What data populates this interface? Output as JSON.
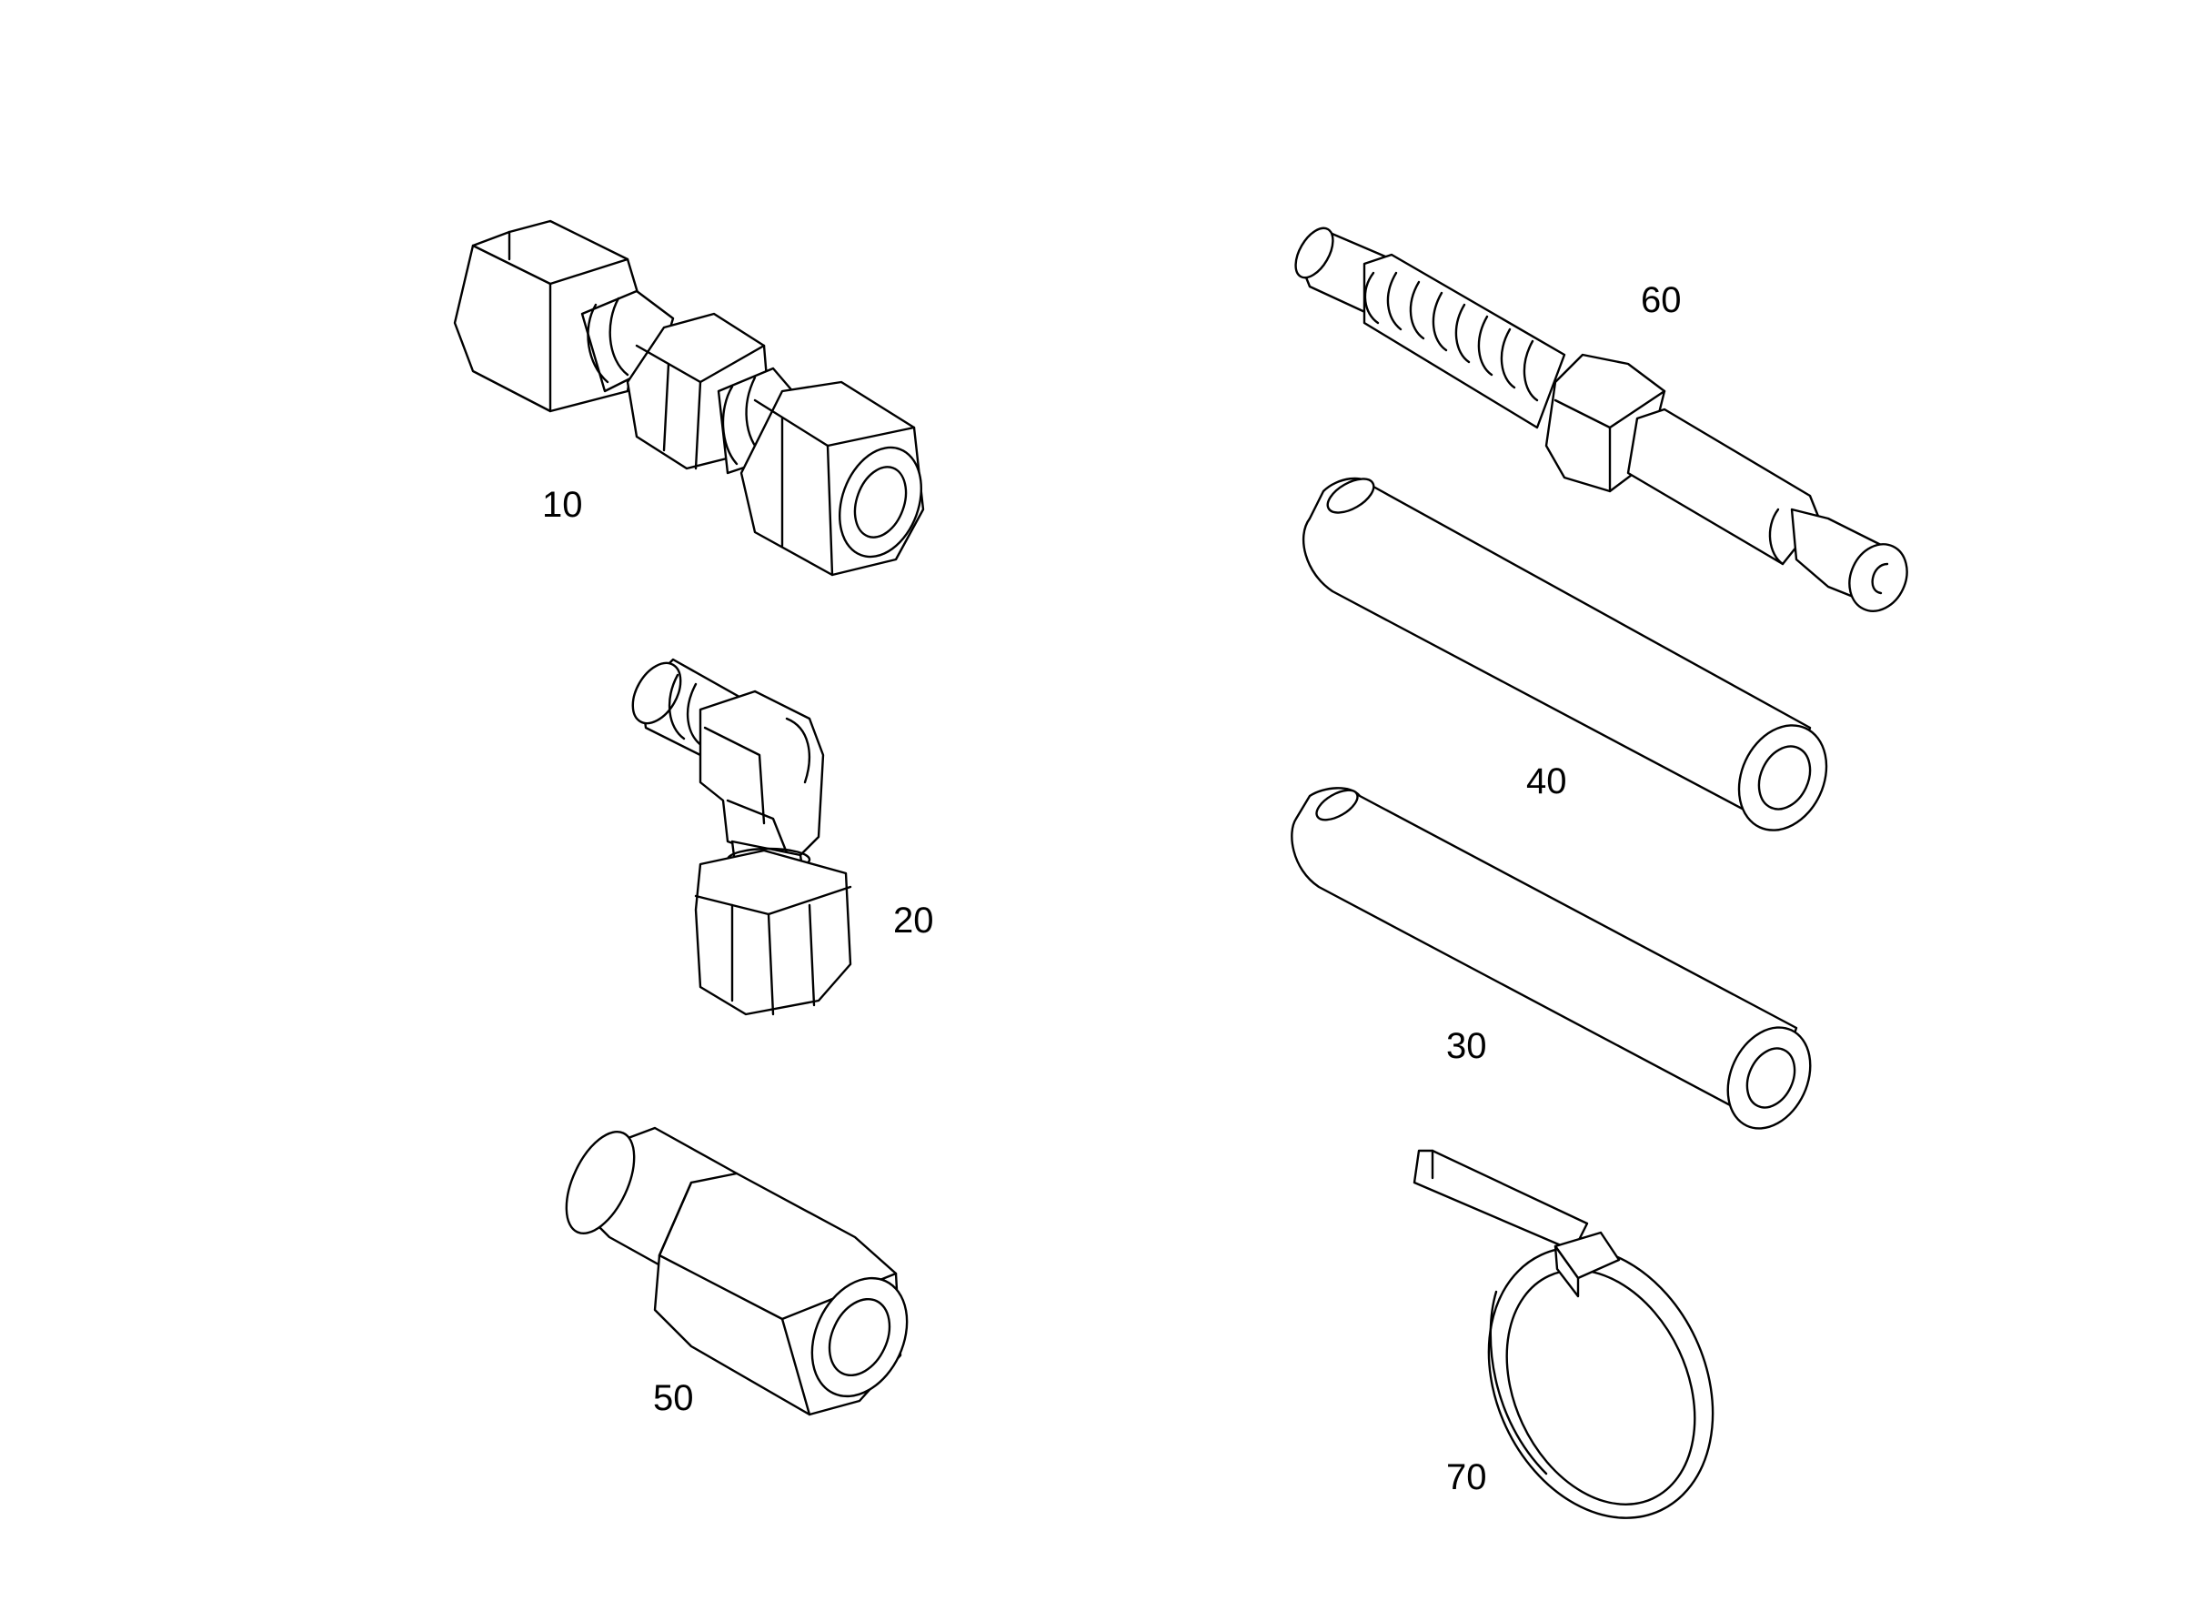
{
  "diagram": {
    "callouts": [
      "10",
      "20",
      "50",
      "60",
      "40",
      "30",
      "70"
    ]
  }
}
